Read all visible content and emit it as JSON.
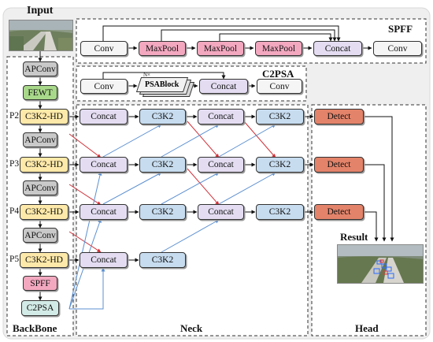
{
  "title": "Input",
  "sections": {
    "backbone": "BackBone",
    "neck": "Neck",
    "head": "Head",
    "spff": "SPFF",
    "c2psa": "C2PSA",
    "result": "Result"
  },
  "backbone": {
    "apconv1": "APConv",
    "fewt": "FEWT",
    "c3k2hd_p2": "C3K2-HD",
    "apconv2": "APConv",
    "c3k2hd_p3": "C3K2-HD",
    "apconv3": "APConv",
    "c3k2hd_p4": "C3K2-HD",
    "apconv4": "APConv",
    "c3k2hd_p5": "C3K2-HD",
    "spff": "SPFF",
    "c2psa": "C2PSA"
  },
  "levels": {
    "p2": "P2",
    "p3": "P3",
    "p4": "P4",
    "p5": "P5"
  },
  "spff_block": {
    "conv1": "Conv",
    "maxpool1": "MaxPool",
    "maxpool2": "MaxPool",
    "maxpool3": "MaxPool",
    "concat": "Concat",
    "conv2": "Conv"
  },
  "c2psa_block": {
    "conv1": "Conv",
    "repeat": "N×",
    "psablock": "PSABlock",
    "concat": "Concat",
    "conv2": "Conv"
  },
  "neck": {
    "r1": {
      "concat1": "Concat",
      "c3k2_1": "C3K2",
      "concat2": "Concat",
      "c3k2_2": "C3K2"
    },
    "r2": {
      "concat1": "Concat",
      "c3k2_1": "C3K2",
      "concat2": "Concat",
      "c3k2_2": "C3K2"
    },
    "r3": {
      "concat1": "Concat",
      "c3k2_1": "C3K2",
      "concat2": "Concat",
      "c3k2_2": "C3K2"
    },
    "r4": {
      "concat1": "Concat",
      "c3k2_1": "C3K2"
    }
  },
  "head": {
    "detect1": "Detect",
    "detect2": "Detect",
    "detect3": "Detect"
  },
  "colors": {
    "apconv": "#c9c9c9",
    "fewt": "#a8d88a",
    "c3k2hd": "#fde9a9",
    "spff": "#f3a8c0",
    "c2psa": "#d3ebe6",
    "conv": "#f5f5f5",
    "maxpool": "#f3a8c0",
    "concat": "#e4ddf2",
    "c3k2": "#c7dcef",
    "detect": "#e3836a",
    "arrow_red": "#d0323a",
    "arrow_blue": "#5b8fd0"
  }
}
